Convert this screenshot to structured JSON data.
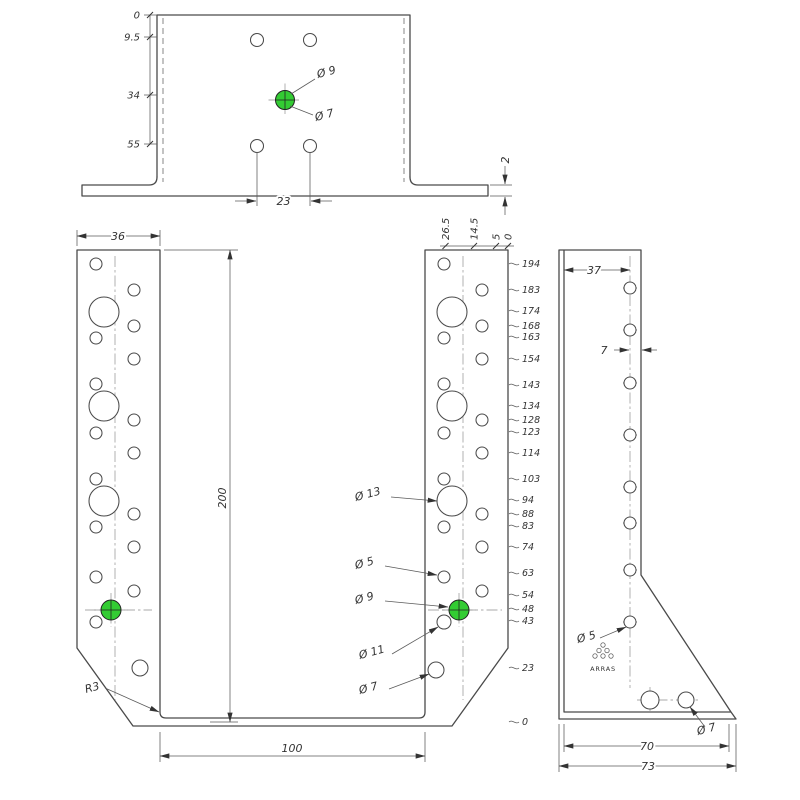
{
  "top_view": {
    "ladder": [
      "0",
      "9.5",
      "34",
      "55"
    ],
    "dim_width": "23",
    "dim_thickness": "2",
    "dia_9": "Ø 9",
    "dia_7": "Ø 7"
  },
  "front_view": {
    "dim_flange_width": "36",
    "dim_height": "200",
    "dim_seat_width": "100",
    "top_ladder": [
      "26.5",
      "14.5",
      "5",
      "0"
    ],
    "right_ladder": [
      "194",
      "183",
      "174",
      "168",
      "163",
      "154",
      "143",
      "134",
      "128",
      "123",
      "114",
      "103",
      "94",
      "88",
      "83",
      "74",
      "63",
      "54",
      "48",
      "43",
      "23",
      "0"
    ],
    "radius_label": "R3",
    "dia_13": "Ø 13",
    "dia_5": "Ø 5",
    "dia_9": "Ø 9",
    "dia_11": "Ø 11",
    "dia_7": "Ø 7"
  },
  "side_view": {
    "dim_top": "37",
    "dim_edge": "7",
    "dim_base_inner": "70",
    "dim_base_outer": "73",
    "dia_5": "Ø 5",
    "dia_7": "Ø 7",
    "brand": "ARRAS"
  },
  "colors": {
    "line": "#4a4a4a",
    "accent_green": "#33cc33"
  }
}
